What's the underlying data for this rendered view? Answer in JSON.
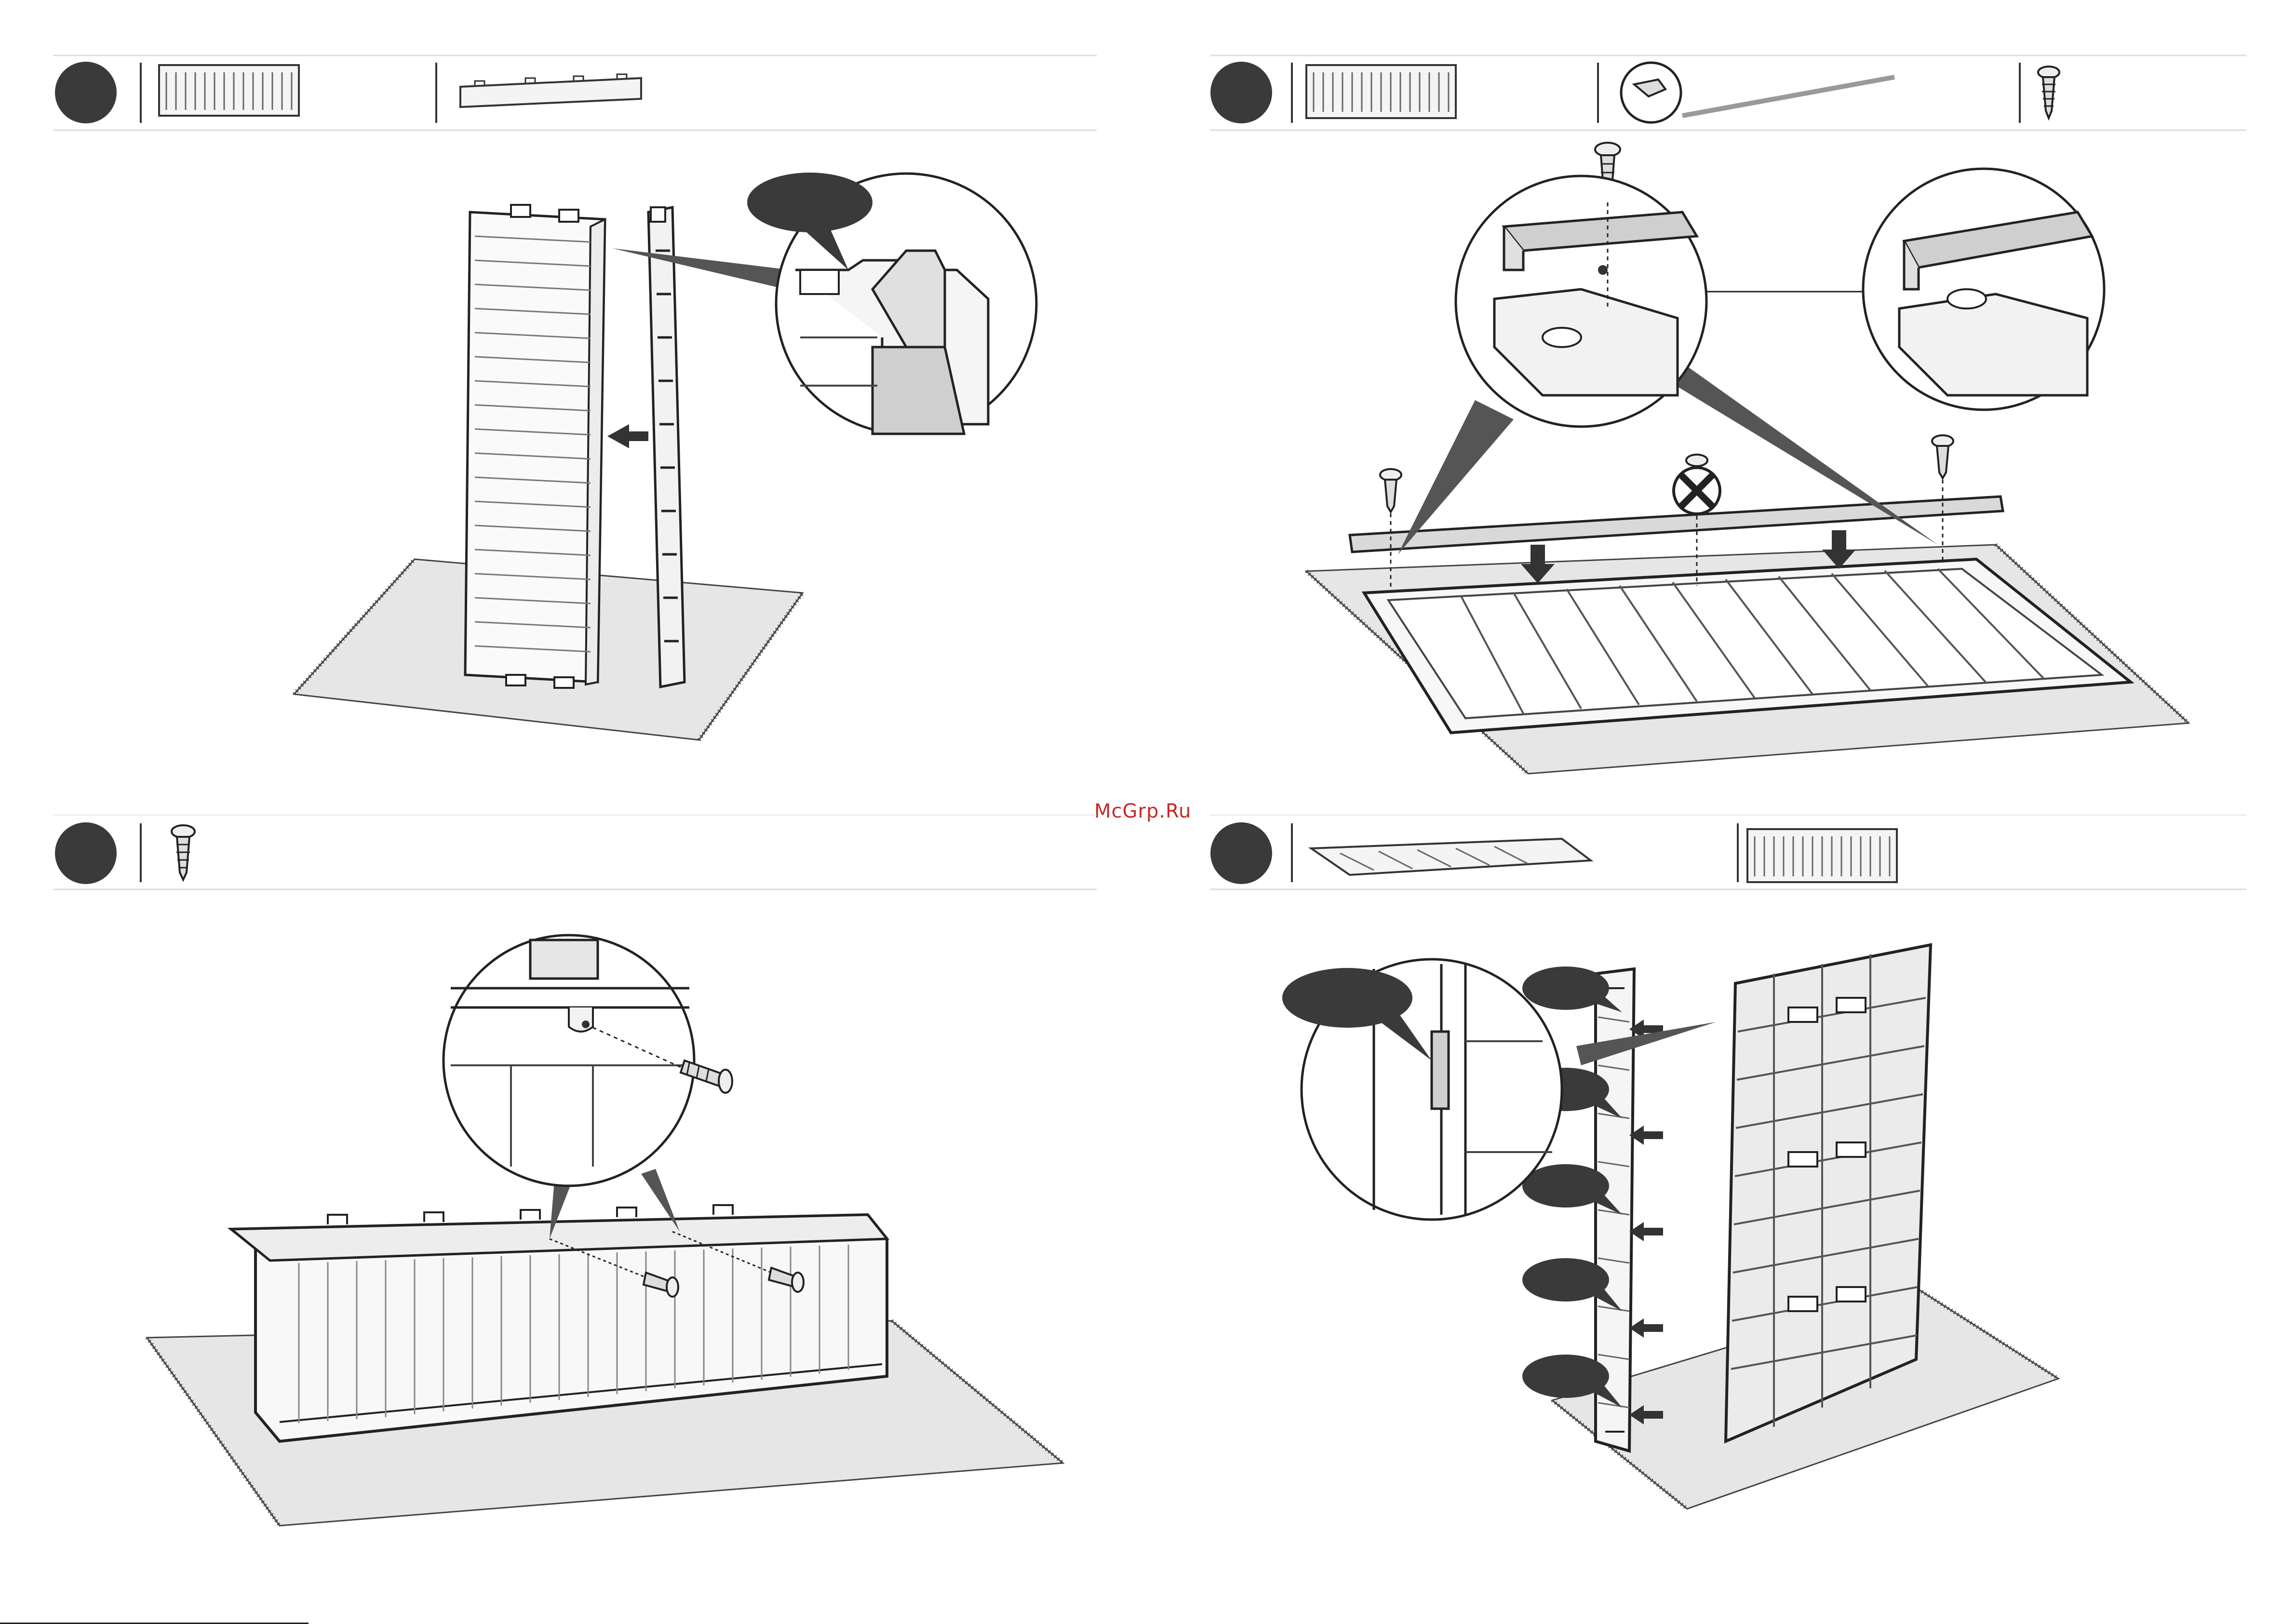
{
  "watermark": "McGrp.Ru",
  "colors": {
    "ink": "#222222",
    "badge": "#3a3a3a",
    "floor": "#e6e6e6",
    "line": "#d0d0d0",
    "watermark": "#c62828"
  },
  "steps": [
    {
      "id": "step-1",
      "parts": [
        "side-panel",
        "top-rail"
      ]
    },
    {
      "id": "step-2",
      "parts": [
        "side-panel",
        "metal-rail",
        "screw-icon"
      ]
    },
    {
      "id": "step-3",
      "parts": [
        "screw-icon"
      ]
    },
    {
      "id": "step-4",
      "parts": [
        "base-frame",
        "side-panel"
      ]
    }
  ]
}
